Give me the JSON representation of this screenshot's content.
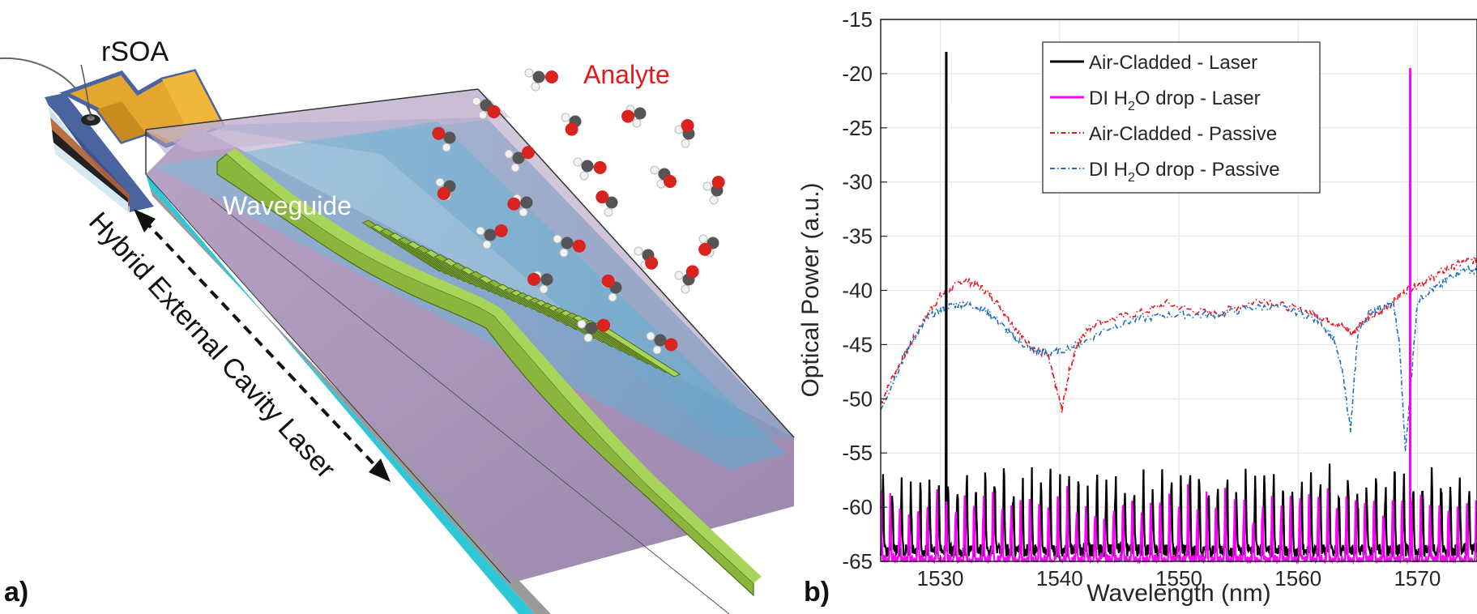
{
  "panel_a": {
    "label": "a)",
    "rsoa_label": "rSOA",
    "analyte_label": "Analyte",
    "waveguide_label": "Waveguide",
    "cavity_label": "Hybrid External Cavity Laser",
    "colors": {
      "cladding": "#a48fb3",
      "water": "#6ab3d3",
      "substrate_edge": "#2ec7d8",
      "waveguide": "#8bb53c",
      "grating": "#a9d45a",
      "rsoa_gold": "#e3a72f",
      "rsoa_blue": "#4a64a0",
      "analyte_text": "#e31a1c"
    }
  },
  "panel_b": {
    "label": "b)",
    "chart_data": {
      "type": "line",
      "xlabel": "Wavelength (nm)",
      "ylabel": "Optical Power (a.u.)",
      "xlim": [
        1525,
        1575
      ],
      "ylim": [
        -65,
        -15
      ],
      "xticks": [
        1530,
        1540,
        1550,
        1560,
        1570
      ],
      "yticks": [
        -15,
        -20,
        -25,
        -30,
        -35,
        -40,
        -45,
        -50,
        -55,
        -60,
        -65
      ],
      "grid": true,
      "legend_position": "top-right",
      "series": [
        {
          "name": "Air-Cladded - Laser",
          "legend_main": "Air-Cladded - Laser",
          "color": "#000000",
          "style": "solid",
          "kind": "laser",
          "peak_x": 1530.5,
          "peak_y": -18,
          "floor_min": -64,
          "floor_max": -56,
          "floor_period_nm": 0.78
        },
        {
          "name": "DI H2O drop - Laser",
          "legend_pre": "DI H",
          "legend_sub": "2",
          "legend_post": "O drop - Laser",
          "color": "#ff00ff",
          "style": "solid",
          "kind": "laser",
          "peak_x": 1569.4,
          "peak_y": -19.5,
          "floor_min": -65,
          "floor_max": -58,
          "floor_period_nm": 0.78
        },
        {
          "name": "Air-Cladded - Passive",
          "legend_main": "Air-Cladded - Passive",
          "color": "#e8141c",
          "style": "dash-dot",
          "kind": "passive",
          "x": [
            1525,
            1526,
            1527,
            1528,
            1529,
            1530,
            1531,
            1532,
            1533,
            1534,
            1535,
            1536,
            1537,
            1538,
            1539,
            1539.6,
            1540.2,
            1540.8,
            1541.5,
            1542,
            1543,
            1545,
            1547,
            1549,
            1551,
            1553,
            1555,
            1557,
            1559,
            1561,
            1562,
            1563,
            1564,
            1564.6,
            1565.2,
            1566,
            1567,
            1568,
            1569,
            1570,
            1571,
            1572,
            1573,
            1574,
            1575
          ],
          "y": [
            -50.5,
            -48,
            -46,
            -44,
            -42,
            -40.5,
            -39.8,
            -39,
            -39.5,
            -40.2,
            -41.5,
            -43,
            -44.5,
            -45.5,
            -46,
            -48.5,
            -51,
            -47.5,
            -45,
            -44,
            -43,
            -42.5,
            -42,
            -41.2,
            -41.8,
            -42.2,
            -41.5,
            -40.8,
            -41.5,
            -42,
            -42.5,
            -43,
            -43.5,
            -44,
            -43,
            -42.5,
            -42,
            -41,
            -40,
            -39.5,
            -39,
            -38.3,
            -37.8,
            -37.3,
            -37.2
          ]
        },
        {
          "name": "DI H2O drop - Passive",
          "legend_pre": "DI H",
          "legend_sub": "2",
          "legend_post": "O drop - Passive",
          "color": "#1f6fbf",
          "style": "dash-dot",
          "kind": "passive",
          "x": [
            1525,
            1526,
            1527,
            1528,
            1529,
            1530,
            1531,
            1532,
            1533,
            1534,
            1535,
            1536,
            1537,
            1538,
            1539,
            1540,
            1542,
            1544,
            1546,
            1548,
            1550,
            1552,
            1554,
            1556,
            1558,
            1560,
            1562,
            1563,
            1563.8,
            1564.4,
            1565,
            1566,
            1567,
            1568,
            1568.5,
            1569,
            1569.5,
            1570,
            1571,
            1572,
            1573,
            1574,
            1575
          ],
          "y": [
            -51,
            -48.5,
            -46,
            -44,
            -42.5,
            -41.8,
            -41.4,
            -41.2,
            -41.5,
            -42,
            -43,
            -44.2,
            -45,
            -45.6,
            -45.8,
            -45.6,
            -44.8,
            -43.5,
            -42.8,
            -42.4,
            -42.2,
            -42.3,
            -42.1,
            -41.6,
            -41.5,
            -42,
            -43,
            -44.5,
            -48,
            -53,
            -44,
            -42,
            -41.5,
            -41.3,
            -45,
            -55,
            -48,
            -41,
            -40,
            -39.5,
            -38.5,
            -38,
            -38.3
          ]
        }
      ]
    }
  }
}
